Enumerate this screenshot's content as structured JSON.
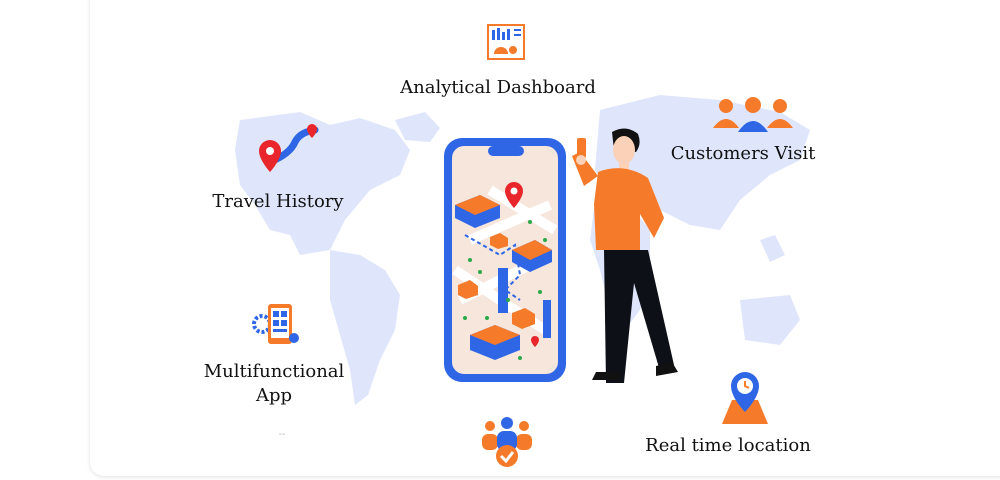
{
  "features": {
    "analytical_dashboard": "Analytical Dashboard",
    "customers_visit": "Customers Visit",
    "travel_history": "Travel History",
    "multifunctional_app_line1": "Multifunctional",
    "multifunctional_app_line2": "App",
    "real_time_location": "Real time location",
    "faint_mark": "--"
  },
  "colors": {
    "map": "#dfe6fb",
    "accent_orange": "#f57a2a",
    "accent_blue": "#2f66e6",
    "pin_red": "#e8262b"
  },
  "icons": [
    "dashboard-icon",
    "customers-icon",
    "route-pin-icon",
    "app-settings-icon",
    "location-clock-icon",
    "team-check-icon"
  ]
}
